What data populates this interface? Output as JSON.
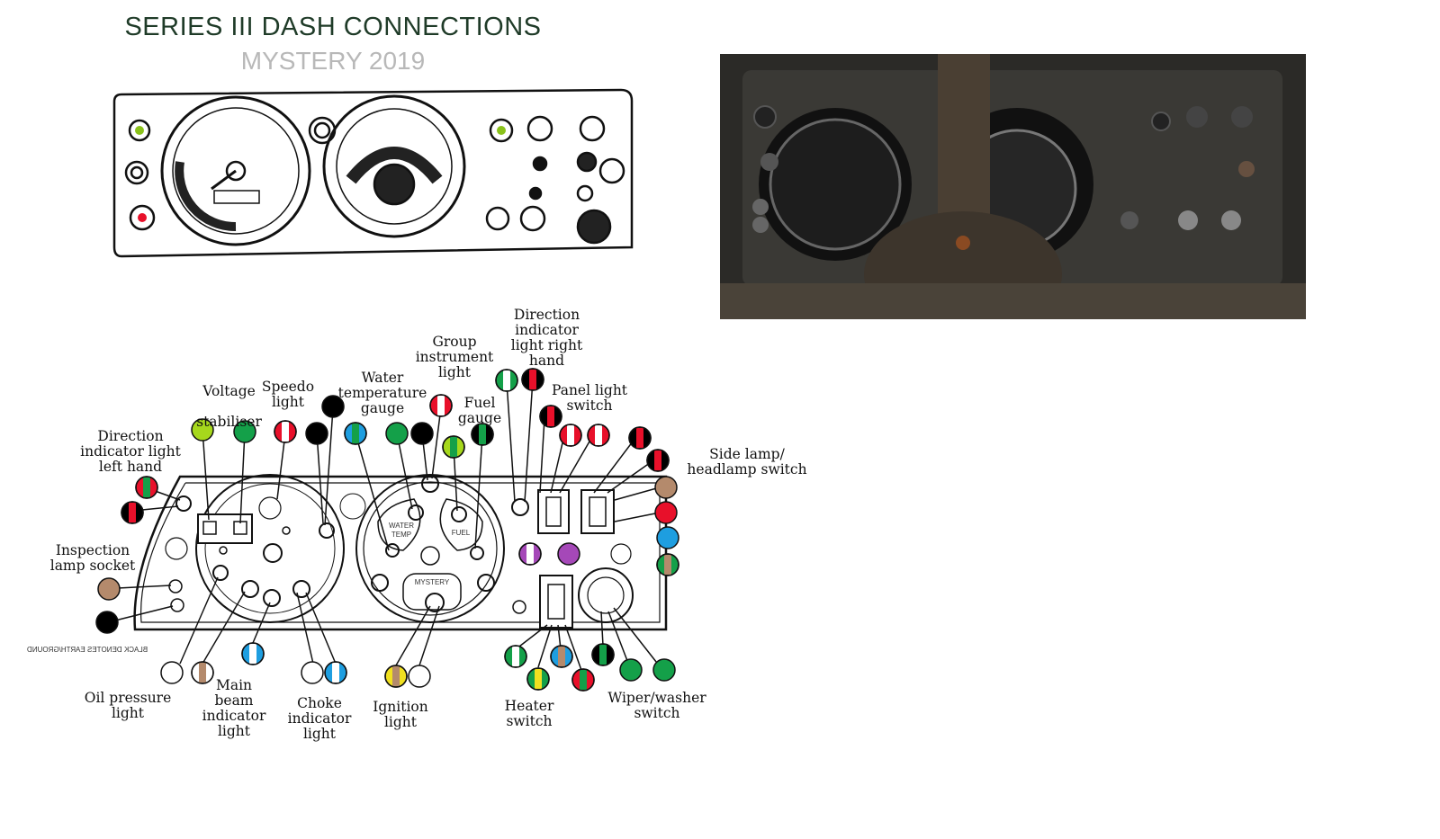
{
  "header": {
    "title": "SERIES III DASH CONNECTIONS",
    "subtitle": "MYSTERY 2019"
  },
  "labels": {
    "direction_left": "Direction\nindicator light\nleft hand",
    "voltage": "Voltage\n\nstabiliser",
    "speedo": "Speedo\nlight",
    "water_temp": "Water\ntemperature\ngauge",
    "group_instrument": "Group\ninstrument\nlight",
    "fuel": "Fuel\ngauge",
    "direction_right": "Direction\nindicator\nlight right\nhand",
    "panel_light": "Panel light\nswitch",
    "side_lamp": "Side lamp/\nheadlamp switch",
    "inspection": "Inspection\nlamp socket",
    "oil_pressure": "Oil pressure\nlight",
    "main_beam": "Main\nbeam\nindicator\nlight",
    "choke": "Choke\nindicator\nlight",
    "ignition": "Ignition\nlight",
    "heater": "Heater\nswitch",
    "wiper": "Wiper/washer\nswitch"
  },
  "gauge_labels": {
    "water_temp": "WATER\nTEMP",
    "fuel": "FUEL",
    "mystery": "MYSTERY"
  },
  "ground_note": "BLACK DENOTES EARTH/GROUND",
  "wire_colors": {
    "black": "#000000",
    "white": "#ffffff",
    "red": "#e8102a",
    "green": "#14a049",
    "light_green": "#a6d81c",
    "brown": "#b48a6c",
    "blue": "#1e9ee0",
    "purple": "#a548b8",
    "yellow": "#f0e020"
  }
}
